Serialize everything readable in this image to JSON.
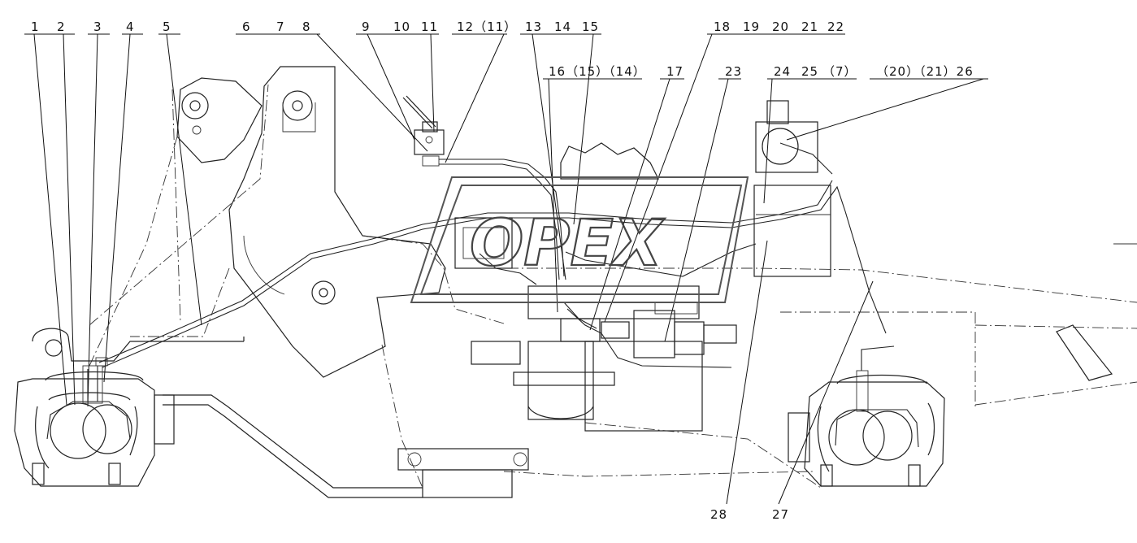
{
  "watermark": {
    "text": "OPEX"
  },
  "callouts": [
    {
      "id": "c1",
      "label": "1"
    },
    {
      "id": "c2",
      "label": "2"
    },
    {
      "id": "c3",
      "label": "3"
    },
    {
      "id": "c4",
      "label": "4"
    },
    {
      "id": "c5",
      "label": "5"
    },
    {
      "id": "c6",
      "label": "6"
    },
    {
      "id": "c7",
      "label": "7"
    },
    {
      "id": "c8",
      "label": "8"
    },
    {
      "id": "c9",
      "label": "9"
    },
    {
      "id": "c10",
      "label": "10"
    },
    {
      "id": "c11",
      "label": "11"
    },
    {
      "id": "c12",
      "label": "12（11）"
    },
    {
      "id": "c13",
      "label": "13"
    },
    {
      "id": "c14",
      "label": "14"
    },
    {
      "id": "c15",
      "label": "15"
    },
    {
      "id": "c16",
      "label": "16（15）（14）"
    },
    {
      "id": "c17",
      "label": "17"
    },
    {
      "id": "c18",
      "label": "18"
    },
    {
      "id": "c19",
      "label": "19"
    },
    {
      "id": "c20",
      "label": "20"
    },
    {
      "id": "c21",
      "label": "21"
    },
    {
      "id": "c22",
      "label": "22"
    },
    {
      "id": "c23",
      "label": "23"
    },
    {
      "id": "c24",
      "label": "24"
    },
    {
      "id": "c25",
      "label": "25"
    },
    {
      "id": "c7b",
      "label": "（7）"
    },
    {
      "id": "c26",
      "label": "（20）（21）26"
    },
    {
      "id": "c27",
      "label": "27"
    },
    {
      "id": "c28",
      "label": "28"
    }
  ]
}
